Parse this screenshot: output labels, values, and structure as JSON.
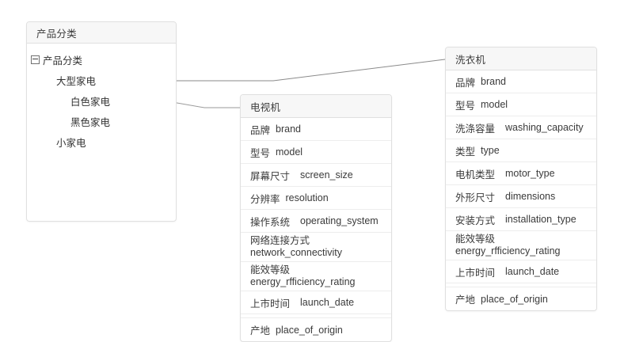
{
  "tree_panel": {
    "title": "产品分类",
    "root": {
      "label": "产品分类",
      "toggle": "collapse-box-icon"
    },
    "nodes": [
      {
        "label": "大型家电",
        "level": 1
      },
      {
        "label": "白色家电",
        "level": 2
      },
      {
        "label": "黑色家电",
        "level": 2
      },
      {
        "label": "小家电",
        "level": 1
      }
    ]
  },
  "tv_panel": {
    "title": "电视机",
    "rows": [
      {
        "cn": "品牌",
        "en": "brand",
        "two_line": false,
        "wide": false
      },
      {
        "cn": "型号",
        "en": "model",
        "two_line": false,
        "wide": false
      },
      {
        "cn": "屏幕尺寸",
        "en": "screen_size",
        "two_line": false,
        "wide": true
      },
      {
        "cn": "分辨率",
        "en": "resolution",
        "two_line": false,
        "wide": false
      },
      {
        "cn": "操作系统",
        "en": "operating_system",
        "two_line": false,
        "wide": true
      },
      {
        "cn": "网络连接方式",
        "en": "network_connectivity",
        "two_line": true,
        "wide": false
      },
      {
        "cn": "能效等级",
        "en": "energy_rfficiency_rating",
        "two_line": true,
        "wide": false
      },
      {
        "cn": "上市时间",
        "en": "launch_date",
        "two_line": false,
        "wide": true
      }
    ],
    "footer_row": {
      "cn": "产地",
      "en": "place_of_origin"
    }
  },
  "washer_panel": {
    "title": "洗衣机",
    "rows": [
      {
        "cn": "品牌",
        "en": "brand",
        "two_line": false,
        "wide": false
      },
      {
        "cn": "型号",
        "en": "model",
        "two_line": false,
        "wide": false
      },
      {
        "cn": "洗涤容量",
        "en": "washing_capacity",
        "two_line": false,
        "wide": true
      },
      {
        "cn": "类型",
        "en": "type",
        "two_line": false,
        "wide": false
      },
      {
        "cn": "电机类型",
        "en": "motor_type",
        "two_line": false,
        "wide": true
      },
      {
        "cn": "外形尺寸",
        "en": "dimensions",
        "two_line": false,
        "wide": true
      },
      {
        "cn": "安装方式",
        "en": "installation_type",
        "two_line": false,
        "wide": true
      },
      {
        "cn": "能效等级",
        "en": "energy_rfficiency_rating",
        "two_line": true,
        "wide": false
      },
      {
        "cn": "上市时间",
        "en": "launch_date",
        "two_line": false,
        "wide": true
      }
    ],
    "footer_row": {
      "cn": "产地",
      "en": "place_of_origin"
    }
  },
  "connectors": [
    {
      "name": "white-goods-to-washer",
      "from": "白色家电",
      "to": "洗衣机"
    },
    {
      "name": "black-goods-to-tv",
      "from": "黑色家电",
      "to": "电视机"
    }
  ],
  "colors": {
    "panel_border": "#e0e0e0",
    "header_bg": "#f7f7f7",
    "row_divider": "#ededed",
    "text": "#333333",
    "connector": "#8a8a8a",
    "background": "#ffffff"
  }
}
